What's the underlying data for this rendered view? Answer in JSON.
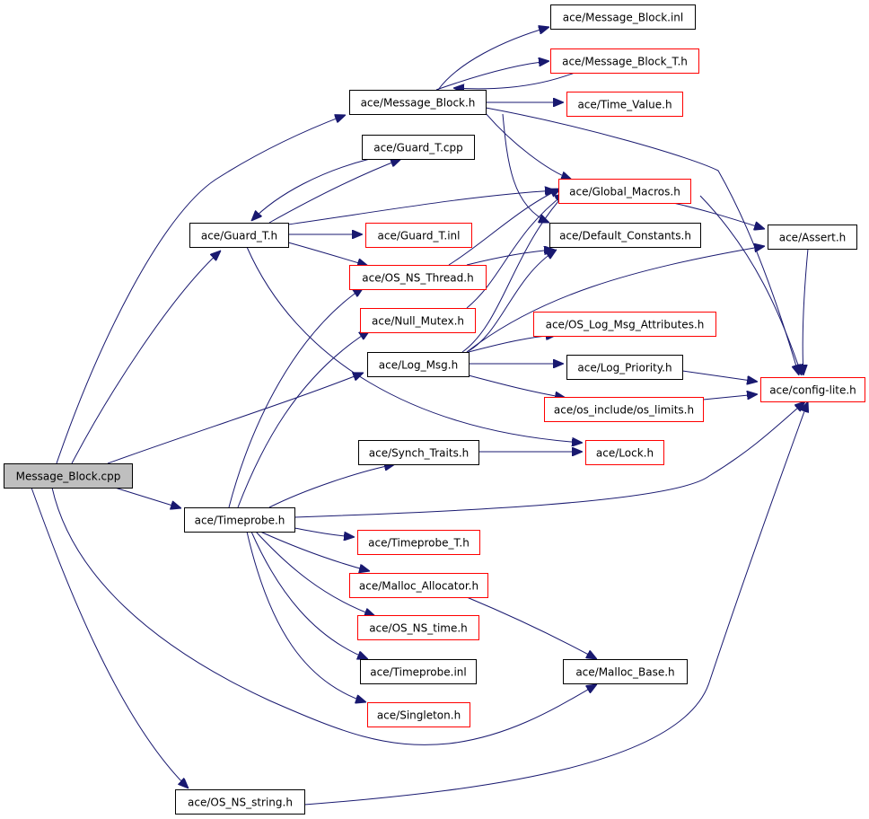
{
  "colors": {
    "background": "#ffffff",
    "edge": "#191970",
    "root_fill": "#bfbfbf",
    "root_border": "#000000",
    "documented_border": "#000000",
    "undocumented_border": "#ff0000",
    "node_fill": "#ffffff"
  },
  "nodes": [
    {
      "id": "root",
      "label": "Message_Block.cpp",
      "kind": "root"
    },
    {
      "id": "msgblock_h",
      "label": "ace/Message_Block.h",
      "kind": "documented"
    },
    {
      "id": "msgblock_inl",
      "label": "ace/Message_Block.inl",
      "kind": "documented"
    },
    {
      "id": "msgblock_t_h",
      "label": "ace/Message_Block_T.h",
      "kind": "undocumented"
    },
    {
      "id": "time_value_h",
      "label": "ace/Time_Value.h",
      "kind": "undocumented"
    },
    {
      "id": "guard_t_cpp",
      "label": "ace/Guard_T.cpp",
      "kind": "documented"
    },
    {
      "id": "global_macros_h",
      "label": "ace/Global_Macros.h",
      "kind": "undocumented"
    },
    {
      "id": "guard_t_h",
      "label": "ace/Guard_T.h",
      "kind": "documented"
    },
    {
      "id": "guard_t_inl",
      "label": "ace/Guard_T.inl",
      "kind": "undocumented"
    },
    {
      "id": "default_constants_h",
      "label": "ace/Default_Constants.h",
      "kind": "documented"
    },
    {
      "id": "assert_h",
      "label": "ace/Assert.h",
      "kind": "documented"
    },
    {
      "id": "os_ns_thread_h",
      "label": "ace/OS_NS_Thread.h",
      "kind": "undocumented"
    },
    {
      "id": "null_mutex_h",
      "label": "ace/Null_Mutex.h",
      "kind": "undocumented"
    },
    {
      "id": "os_log_msg_attr_h",
      "label": "ace/OS_Log_Msg_Attributes.h",
      "kind": "undocumented"
    },
    {
      "id": "log_msg_h",
      "label": "ace/Log_Msg.h",
      "kind": "documented"
    },
    {
      "id": "log_priority_h",
      "label": "ace/Log_Priority.h",
      "kind": "documented"
    },
    {
      "id": "config_lite_h",
      "label": "ace/config-lite.h",
      "kind": "undocumented"
    },
    {
      "id": "os_limits_h",
      "label": "ace/os_include/os_limits.h",
      "kind": "undocumented"
    },
    {
      "id": "synch_traits_h",
      "label": "ace/Synch_Traits.h",
      "kind": "documented"
    },
    {
      "id": "lock_h",
      "label": "ace/Lock.h",
      "kind": "undocumented"
    },
    {
      "id": "timeprobe_h",
      "label": "ace/Timeprobe.h",
      "kind": "documented"
    },
    {
      "id": "timeprobe_t_h",
      "label": "ace/Timeprobe_T.h",
      "kind": "undocumented"
    },
    {
      "id": "malloc_allocator_h",
      "label": "ace/Malloc_Allocator.h",
      "kind": "undocumented"
    },
    {
      "id": "os_ns_time_h",
      "label": "ace/OS_NS_time.h",
      "kind": "undocumented"
    },
    {
      "id": "timeprobe_inl",
      "label": "ace/Timeprobe.inl",
      "kind": "documented"
    },
    {
      "id": "malloc_base_h",
      "label": "ace/Malloc_Base.h",
      "kind": "documented"
    },
    {
      "id": "singleton_h",
      "label": "ace/Singleton.h",
      "kind": "undocumented"
    },
    {
      "id": "os_ns_string_h",
      "label": "ace/OS_NS_string.h",
      "kind": "documented"
    }
  ],
  "edges": [
    {
      "from": "root",
      "to": "msgblock_h"
    },
    {
      "from": "root",
      "to": "guard_t_h"
    },
    {
      "from": "root",
      "to": "log_msg_h"
    },
    {
      "from": "root",
      "to": "timeprobe_h"
    },
    {
      "from": "root",
      "to": "malloc_base_h"
    },
    {
      "from": "root",
      "to": "os_ns_string_h"
    },
    {
      "from": "msgblock_h",
      "to": "msgblock_inl"
    },
    {
      "from": "msgblock_h",
      "to": "msgblock_t_h"
    },
    {
      "from": "msgblock_t_h",
      "to": "msgblock_h"
    },
    {
      "from": "msgblock_h",
      "to": "time_value_h"
    },
    {
      "from": "msgblock_h",
      "to": "global_macros_h"
    },
    {
      "from": "msgblock_h",
      "to": "default_constants_h"
    },
    {
      "from": "msgblock_h",
      "to": "config_lite_h"
    },
    {
      "from": "guard_t_h",
      "to": "guard_t_cpp"
    },
    {
      "from": "guard_t_cpp",
      "to": "guard_t_h"
    },
    {
      "from": "guard_t_h",
      "to": "global_macros_h"
    },
    {
      "from": "guard_t_h",
      "to": "guard_t_inl"
    },
    {
      "from": "guard_t_h",
      "to": "os_ns_thread_h"
    },
    {
      "from": "guard_t_h",
      "to": "lock_h"
    },
    {
      "from": "global_macros_h",
      "to": "assert_h"
    },
    {
      "from": "global_macros_h",
      "to": "config_lite_h"
    },
    {
      "from": "assert_h",
      "to": "config_lite_h"
    },
    {
      "from": "os_ns_thread_h",
      "to": "global_macros_h"
    },
    {
      "from": "os_ns_thread_h",
      "to": "default_constants_h"
    },
    {
      "from": "null_mutex_h",
      "to": "global_macros_h"
    },
    {
      "from": "log_msg_h",
      "to": "global_macros_h"
    },
    {
      "from": "log_msg_h",
      "to": "default_constants_h"
    },
    {
      "from": "log_msg_h",
      "to": "assert_h"
    },
    {
      "from": "log_msg_h",
      "to": "os_log_msg_attr_h"
    },
    {
      "from": "log_msg_h",
      "to": "log_priority_h"
    },
    {
      "from": "log_msg_h",
      "to": "os_limits_h"
    },
    {
      "from": "log_priority_h",
      "to": "config_lite_h"
    },
    {
      "from": "os_limits_h",
      "to": "config_lite_h"
    },
    {
      "from": "synch_traits_h",
      "to": "lock_h"
    },
    {
      "from": "timeprobe_h",
      "to": "synch_traits_h"
    },
    {
      "from": "timeprobe_h",
      "to": "config_lite_h"
    },
    {
      "from": "timeprobe_h",
      "to": "timeprobe_t_h"
    },
    {
      "from": "timeprobe_h",
      "to": "malloc_allocator_h"
    },
    {
      "from": "timeprobe_h",
      "to": "os_ns_time_h"
    },
    {
      "from": "timeprobe_h",
      "to": "timeprobe_inl"
    },
    {
      "from": "timeprobe_h",
      "to": "singleton_h"
    },
    {
      "from": "timeprobe_h",
      "to": "null_mutex_h"
    },
    {
      "from": "timeprobe_h",
      "to": "os_ns_thread_h"
    },
    {
      "from": "malloc_allocator_h",
      "to": "malloc_base_h"
    },
    {
      "from": "os_ns_string_h",
      "to": "config_lite_h"
    }
  ]
}
